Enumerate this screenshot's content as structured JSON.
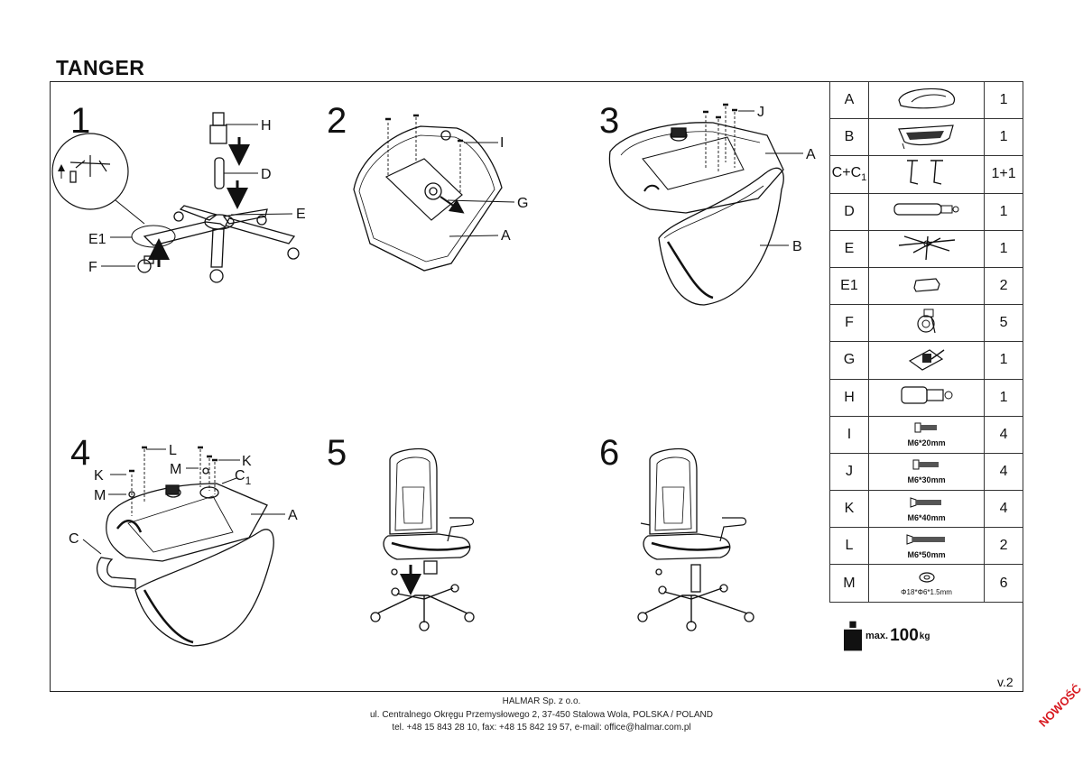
{
  "header": {
    "title": "TANGER"
  },
  "steps": {
    "s1": {
      "num": "1",
      "labels": {
        "h": "H",
        "d": "D",
        "e": "E",
        "e1": "E1",
        "f": "F"
      }
    },
    "s2": {
      "num": "2",
      "labels": {
        "i": "I",
        "g": "G",
        "a": "A"
      }
    },
    "s3": {
      "num": "3",
      "labels": {
        "j": "J",
        "a": "A",
        "b": "B"
      }
    },
    "s4": {
      "num": "4",
      "labels": {
        "l": "L",
        "k1": "K",
        "k2": "K",
        "m1": "M",
        "m2": "M",
        "c1": "C",
        "c1_sub": "1",
        "a": "A",
        "c": "C"
      }
    },
    "s5": {
      "num": "5"
    },
    "s6": {
      "num": "6"
    }
  },
  "parts": [
    {
      "letter": "A",
      "qty": "1",
      "icon": "seat-icon"
    },
    {
      "letter": "B",
      "qty": "1",
      "icon": "backrest-icon"
    },
    {
      "letter": "C+C",
      "letter_sub": "1",
      "qty": "1+1",
      "icon": "armrest-icon"
    },
    {
      "letter": "D",
      "qty": "1",
      "icon": "gas-lift-icon"
    },
    {
      "letter": "E",
      "qty": "1",
      "icon": "star-base-icon"
    },
    {
      "letter": "E1",
      "qty": "2",
      "icon": "base-cover-icon"
    },
    {
      "letter": "F",
      "qty": "5",
      "icon": "caster-icon"
    },
    {
      "letter": "G",
      "qty": "1",
      "icon": "tilt-mechanism-icon"
    },
    {
      "letter": "H",
      "qty": "1",
      "icon": "gas-lift-cover-icon"
    },
    {
      "letter": "I",
      "qty": "4",
      "icon": "screw-icon",
      "spec": "M6*20mm"
    },
    {
      "letter": "J",
      "qty": "4",
      "icon": "screw-icon",
      "spec": "M6*30mm"
    },
    {
      "letter": "K",
      "qty": "4",
      "icon": "screw-icon",
      "spec": "M6*40mm"
    },
    {
      "letter": "L",
      "qty": "2",
      "icon": "screw-icon",
      "spec": "M6*50mm"
    },
    {
      "letter": "M",
      "qty": "6",
      "icon": "washer-icon",
      "spec": "Φ18*Φ6*1.5mm"
    }
  ],
  "max_load": {
    "prefix": "max.",
    "value": "100",
    "unit": "kg"
  },
  "version": "v.2",
  "footer": {
    "line1": "HALMAR Sp. z o.o.",
    "line2": "ul. Centralnego Okręgu Przemysłowego 2, 37-450 Stalowa Wola, POLSKA / POLAND",
    "line3": "tel. +48 15 843 28 10, fax: +48 15 842 19 57, e-mail: office@halmar.com.pl"
  },
  "badge": "NOWOŚĆ"
}
